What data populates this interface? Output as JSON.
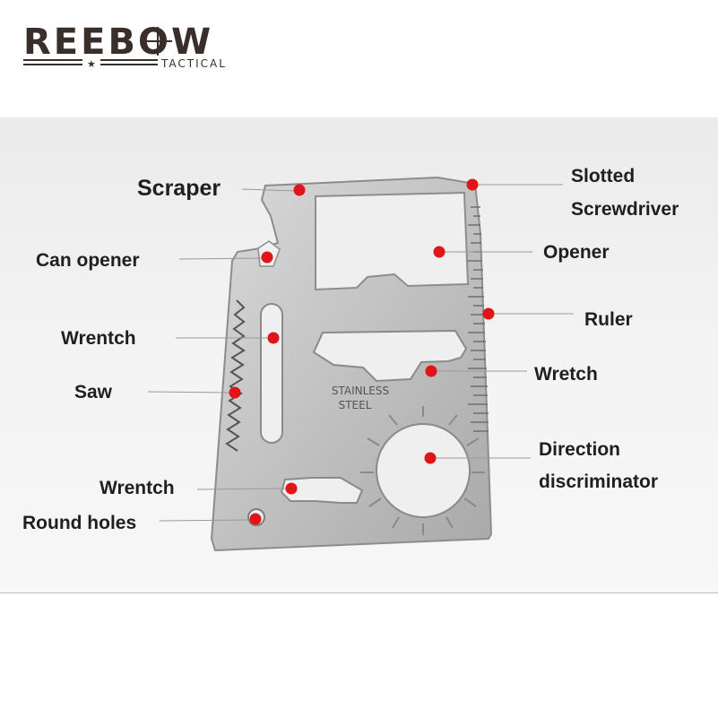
{
  "brand": {
    "name": "REEBOW",
    "tagline": "TACTICAL",
    "logo_color": "#3a2e2b"
  },
  "product": {
    "engraving_line1": "STAINLESS",
    "engraving_line2": "STEEL"
  },
  "marker_color": "#e0141b",
  "callouts": [
    {
      "id": "scraper",
      "text": "Scraper"
    },
    {
      "id": "can-opener",
      "text": "Can opener"
    },
    {
      "id": "wrentch-1",
      "text": "Wrentch"
    },
    {
      "id": "saw",
      "text": "Saw"
    },
    {
      "id": "wrentch-2",
      "text": "Wrentch"
    },
    {
      "id": "round-holes",
      "text": "Round holes"
    },
    {
      "id": "slotted-1",
      "text": "Slotted"
    },
    {
      "id": "slotted-2",
      "text": "Screwdriver"
    },
    {
      "id": "opener",
      "text": "Opener"
    },
    {
      "id": "ruler",
      "text": "Ruler"
    },
    {
      "id": "wretch",
      "text": "Wretch"
    },
    {
      "id": "direction-1",
      "text": "Direction"
    },
    {
      "id": "direction-2",
      "text": "discriminator"
    }
  ]
}
